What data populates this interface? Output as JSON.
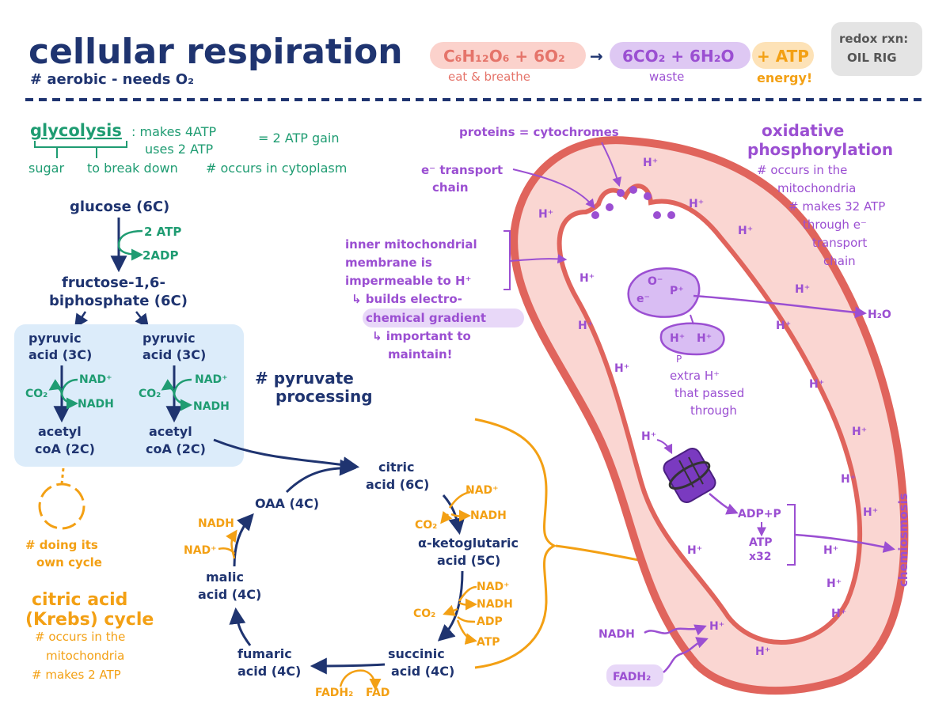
{
  "header": {
    "title": "cellular respiration",
    "subtitle": "# aerobic - needs O₂",
    "equation": {
      "reactants": "C₆H₁₂O₆ + 6O₂",
      "reactants_caption": "eat & breathe",
      "arrow": "→",
      "products": "6CO₂ + 6H₂O",
      "products_caption": "waste",
      "atp": "+ ATP",
      "atp_caption": "energy!"
    },
    "redox_box": {
      "line1": "redox rxn:",
      "line2": "OIL RIG"
    }
  },
  "glycolysis": {
    "title": "glycolysis",
    "makes": ": makes 4ATP",
    "gain": "= 2 ATP gain",
    "uses": "uses 2 ATP",
    "sugar": "sugar",
    "break_down": "to break down",
    "location": "# occurs in cytoplasm",
    "glucose": "glucose (6C)",
    "atp_in": "2 ATP",
    "adp_out": "2ADP",
    "fructose_line1": "fructose-1,6-",
    "fructose_line2": "biphosphate (6C)"
  },
  "pyruvate": {
    "left_pyruvic_1": "pyruvic",
    "left_pyruvic_2": "acid (3C)",
    "right_pyruvic_1": "pyruvic",
    "right_pyruvic_2": "acid (3C)",
    "co2": "CO₂",
    "nad": "NAD⁺",
    "nadh": "NADH",
    "acetyl_1": "acetyl",
    "acetyl_2": "coA (2C)",
    "label_1": "# pyruvate",
    "label_2": "processing"
  },
  "own_cycle": {
    "line1": "# doing its",
    "line2": "own cycle"
  },
  "krebs": {
    "title_1": "citric acid",
    "title_2": "(Krebs) cycle",
    "note_1": "# occurs in the",
    "note_2": "mitochondria",
    "note_3": "# makes 2 ATP",
    "citric_1": "citric",
    "citric_2": "acid (6C)",
    "keto_1": "α-ketoglutaric",
    "keto_2": "acid (5C)",
    "succinic_1": "succinic",
    "succinic_2": "acid (4C)",
    "fumaric_1": "fumaric",
    "fumaric_2": "acid (4C)",
    "malic_1": "malic",
    "malic_2": "acid (4C)",
    "oaa": "OAA (4C)",
    "nad_plus": "NAD⁺",
    "nadh": "NADH",
    "co2": "CO₂",
    "adp": "ADP",
    "atp": "ATP",
    "fadh2": "FADH₂",
    "fad": "FAD"
  },
  "oxidative": {
    "title_1": "oxidative",
    "title_2": "phosphorylation",
    "note_1": "# occurs in the",
    "note_2": "mitochondria",
    "note_3": "# makes 32 ATP",
    "note_4": "through e⁻",
    "note_5": "transport",
    "note_6": "chain",
    "proteins": "proteins = cytochromes",
    "etc_1": "e⁻ transport",
    "etc_2": "chain",
    "membrane_1": "inner mitochondrial",
    "membrane_2": "membrane is",
    "membrane_3": "impermeable to H⁺",
    "membrane_4": "↳ builds electro-",
    "membrane_5": "chemical gradient",
    "membrane_6": "↳ important to",
    "membrane_7": "maintain!",
    "hplus": "H⁺",
    "o_minus": "O⁻",
    "e_minus": "e⁻",
    "p_plus": "P⁺",
    "h2o": "H₂O",
    "p_label": "P",
    "extra_1": "extra H⁺",
    "extra_2": "that passed",
    "extra_3": "through",
    "adp_p": "ADP+P",
    "atp": "ATP",
    "x32": "x32",
    "chemiosmosis": "chemiosmosis",
    "nadh": "NADH",
    "fadh2": "FADH₂"
  }
}
